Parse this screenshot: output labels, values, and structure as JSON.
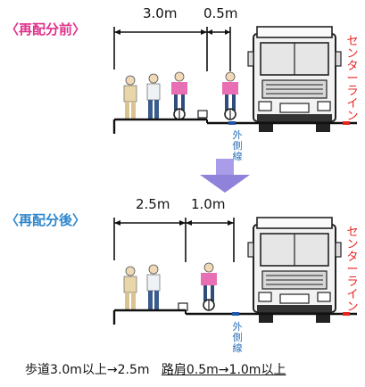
{
  "before": {
    "title": "〈再配分前〉",
    "sidewalk_width": "3.0m",
    "shoulder_width": "0.5m",
    "outer_line_label": "外側線",
    "center_line_label": "センターライン"
  },
  "after": {
    "title": "〈再配分後〉",
    "sidewalk_width": "2.5m",
    "shoulder_width": "1.0m",
    "outer_line_label": "外側線",
    "center_line_label": "センターライン"
  },
  "caption": {
    "sidewalk_change": "歩道3.0m以上→2.5m",
    "shoulder_change": "路肩0.5m→1.0m以上"
  },
  "colors": {
    "before_title": "#e0308a",
    "after_title": "#2f86cc",
    "arrow": "#9a8fe0",
    "center_line": "#e8231f",
    "outer_line": "#2a6fb7"
  }
}
